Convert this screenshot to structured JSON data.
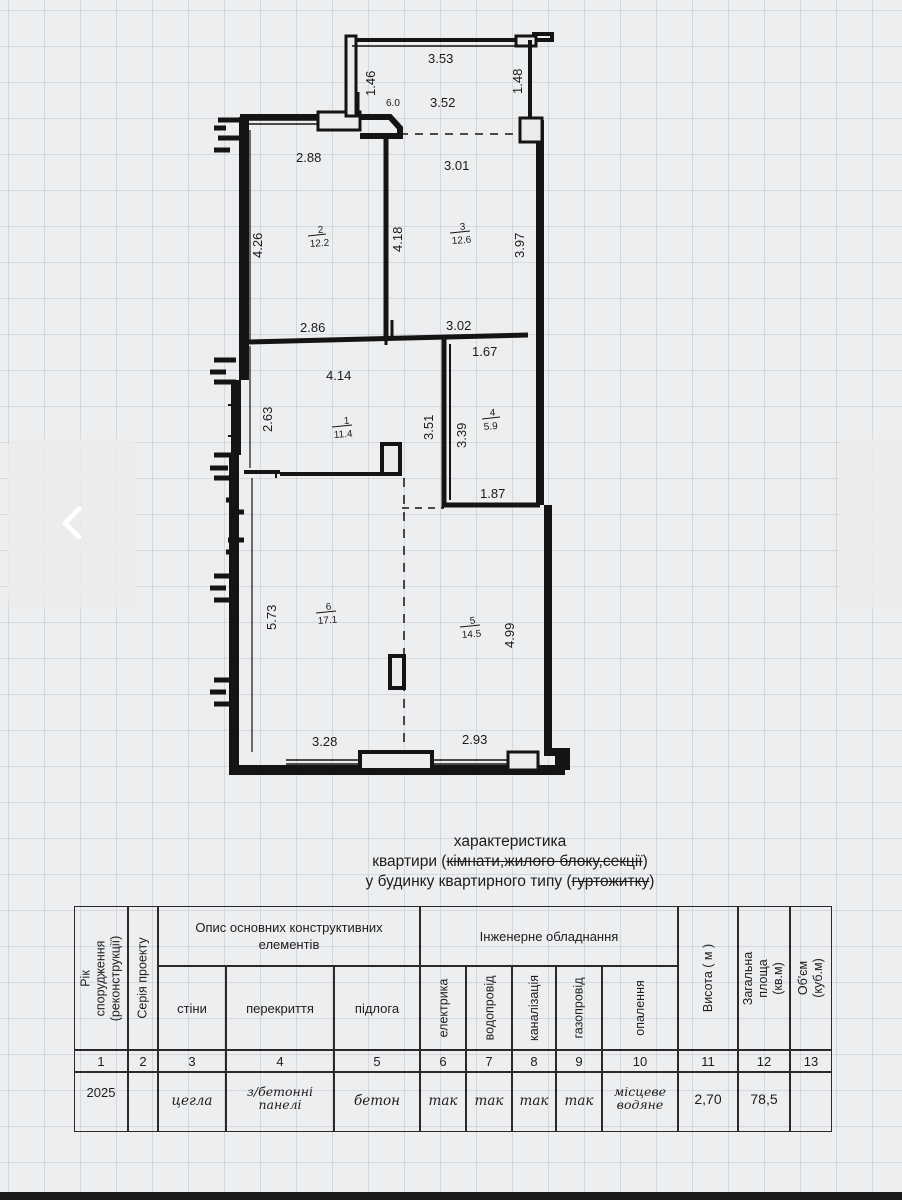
{
  "plan": {
    "dimensions": {
      "balcony_top": "3.53",
      "balcony_left": "1.46",
      "balcony_right": "1.48",
      "balcony_inner": "3.52",
      "balcony_area": "6.0",
      "room2_top": "2.88",
      "room3_top": "3.01",
      "room2_left": "4.26",
      "room2_right": "4.18",
      "room3_right": "3.97",
      "room2_bottom": "2.86",
      "room3_bottom": "3.02",
      "room1_top": "4.14",
      "room4_top": "1.67",
      "room1_left": "2.63",
      "room4_left_a": "3.51",
      "room4_left_b": "3.39",
      "room4_bottom": "1.87",
      "room6_left": "5.73",
      "room5_right": "4.99",
      "room6_bottom": "3.28",
      "room5_bottom": "2.93"
    },
    "rooms": [
      {
        "num": "2",
        "area": "12.2"
      },
      {
        "num": "3",
        "area": "12.6"
      },
      {
        "num": "1",
        "area": "11.4"
      },
      {
        "num": "4",
        "area": "5.9"
      },
      {
        "num": "6",
        "area": "17.1"
      },
      {
        "num": "5",
        "area": "14.5"
      }
    ]
  },
  "caption": {
    "line1": "характеристика",
    "line2_prefix": "квартири (",
    "line2_struck": "кімнати,жилого блоку,секції",
    "line2_suffix": ")",
    "line3_prefix": "у будинку квартирного типу (",
    "line3_struck": "гуртожитку",
    "line3_suffix": ")"
  },
  "table": {
    "headers": {
      "year": "Рік спорудження (реконструкції)",
      "series": "Серія проекту",
      "description": "Опис основних конструктивних елементів",
      "walls": "стіни",
      "floors_slab": "перекриття",
      "floor": "підлога",
      "engineering": "Інженерне обладнання",
      "electric": "електрика",
      "water": "водопровід",
      "sewer": "каналізація",
      "gas": "газопровід",
      "heating": "опалення",
      "height": "Висота ( м )",
      "total_area": "Загальна площа (кв.м)",
      "volume": "Об'єм (куб.м)"
    },
    "column_numbers": [
      "1",
      "2",
      "3",
      "4",
      "5",
      "6",
      "7",
      "8",
      "9",
      "10",
      "11",
      "12",
      "13"
    ],
    "row": {
      "year": "2025",
      "series": "",
      "walls": "цегла",
      "floors_slab": "з/бетонні панелі",
      "floor": "бетон",
      "electric": "так",
      "water": "так",
      "sewer": "так",
      "gas": "так",
      "heating": "місцеве водяне",
      "height": "2,70",
      "total_area": "78,5",
      "volume": ""
    }
  },
  "nav": {
    "prev_icon": "chevron-left-icon",
    "next_icon": "chevron-right-icon"
  }
}
